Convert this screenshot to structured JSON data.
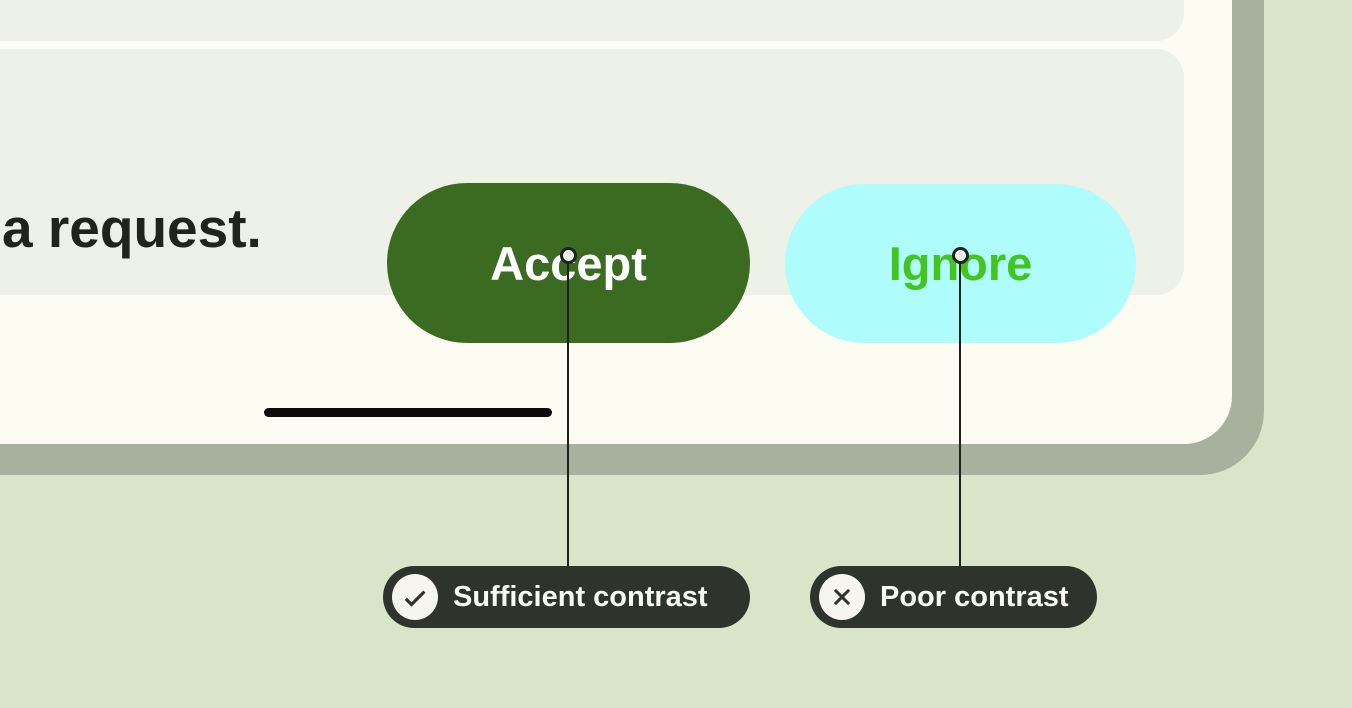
{
  "colors": {
    "page_bg": "#d9e5c9",
    "phone_frame": "#a8b09e",
    "screen_bg": "#fdfcf2",
    "card_bg": "#eef1e7",
    "accept_bg": "#3a6b20",
    "accept_text": "#ffffff",
    "ignore_bg": "#aefcfc",
    "ignore_text": "#43c41e",
    "chip_bg": "#2e332c",
    "chip_text": "#faf9f4",
    "connector": "#1e221c",
    "handle": "#0b0b0c",
    "body_text": "#20241d"
  },
  "mockup": {
    "message_text": "a request.",
    "buttons": [
      {
        "label": "Accept"
      },
      {
        "label": "Ignore"
      }
    ]
  },
  "annotations": [
    {
      "label": "Sufficient contrast",
      "icon": "check-icon",
      "status": "pass"
    },
    {
      "label": "Poor contrast",
      "icon": "x-icon",
      "status": "fail"
    }
  ]
}
